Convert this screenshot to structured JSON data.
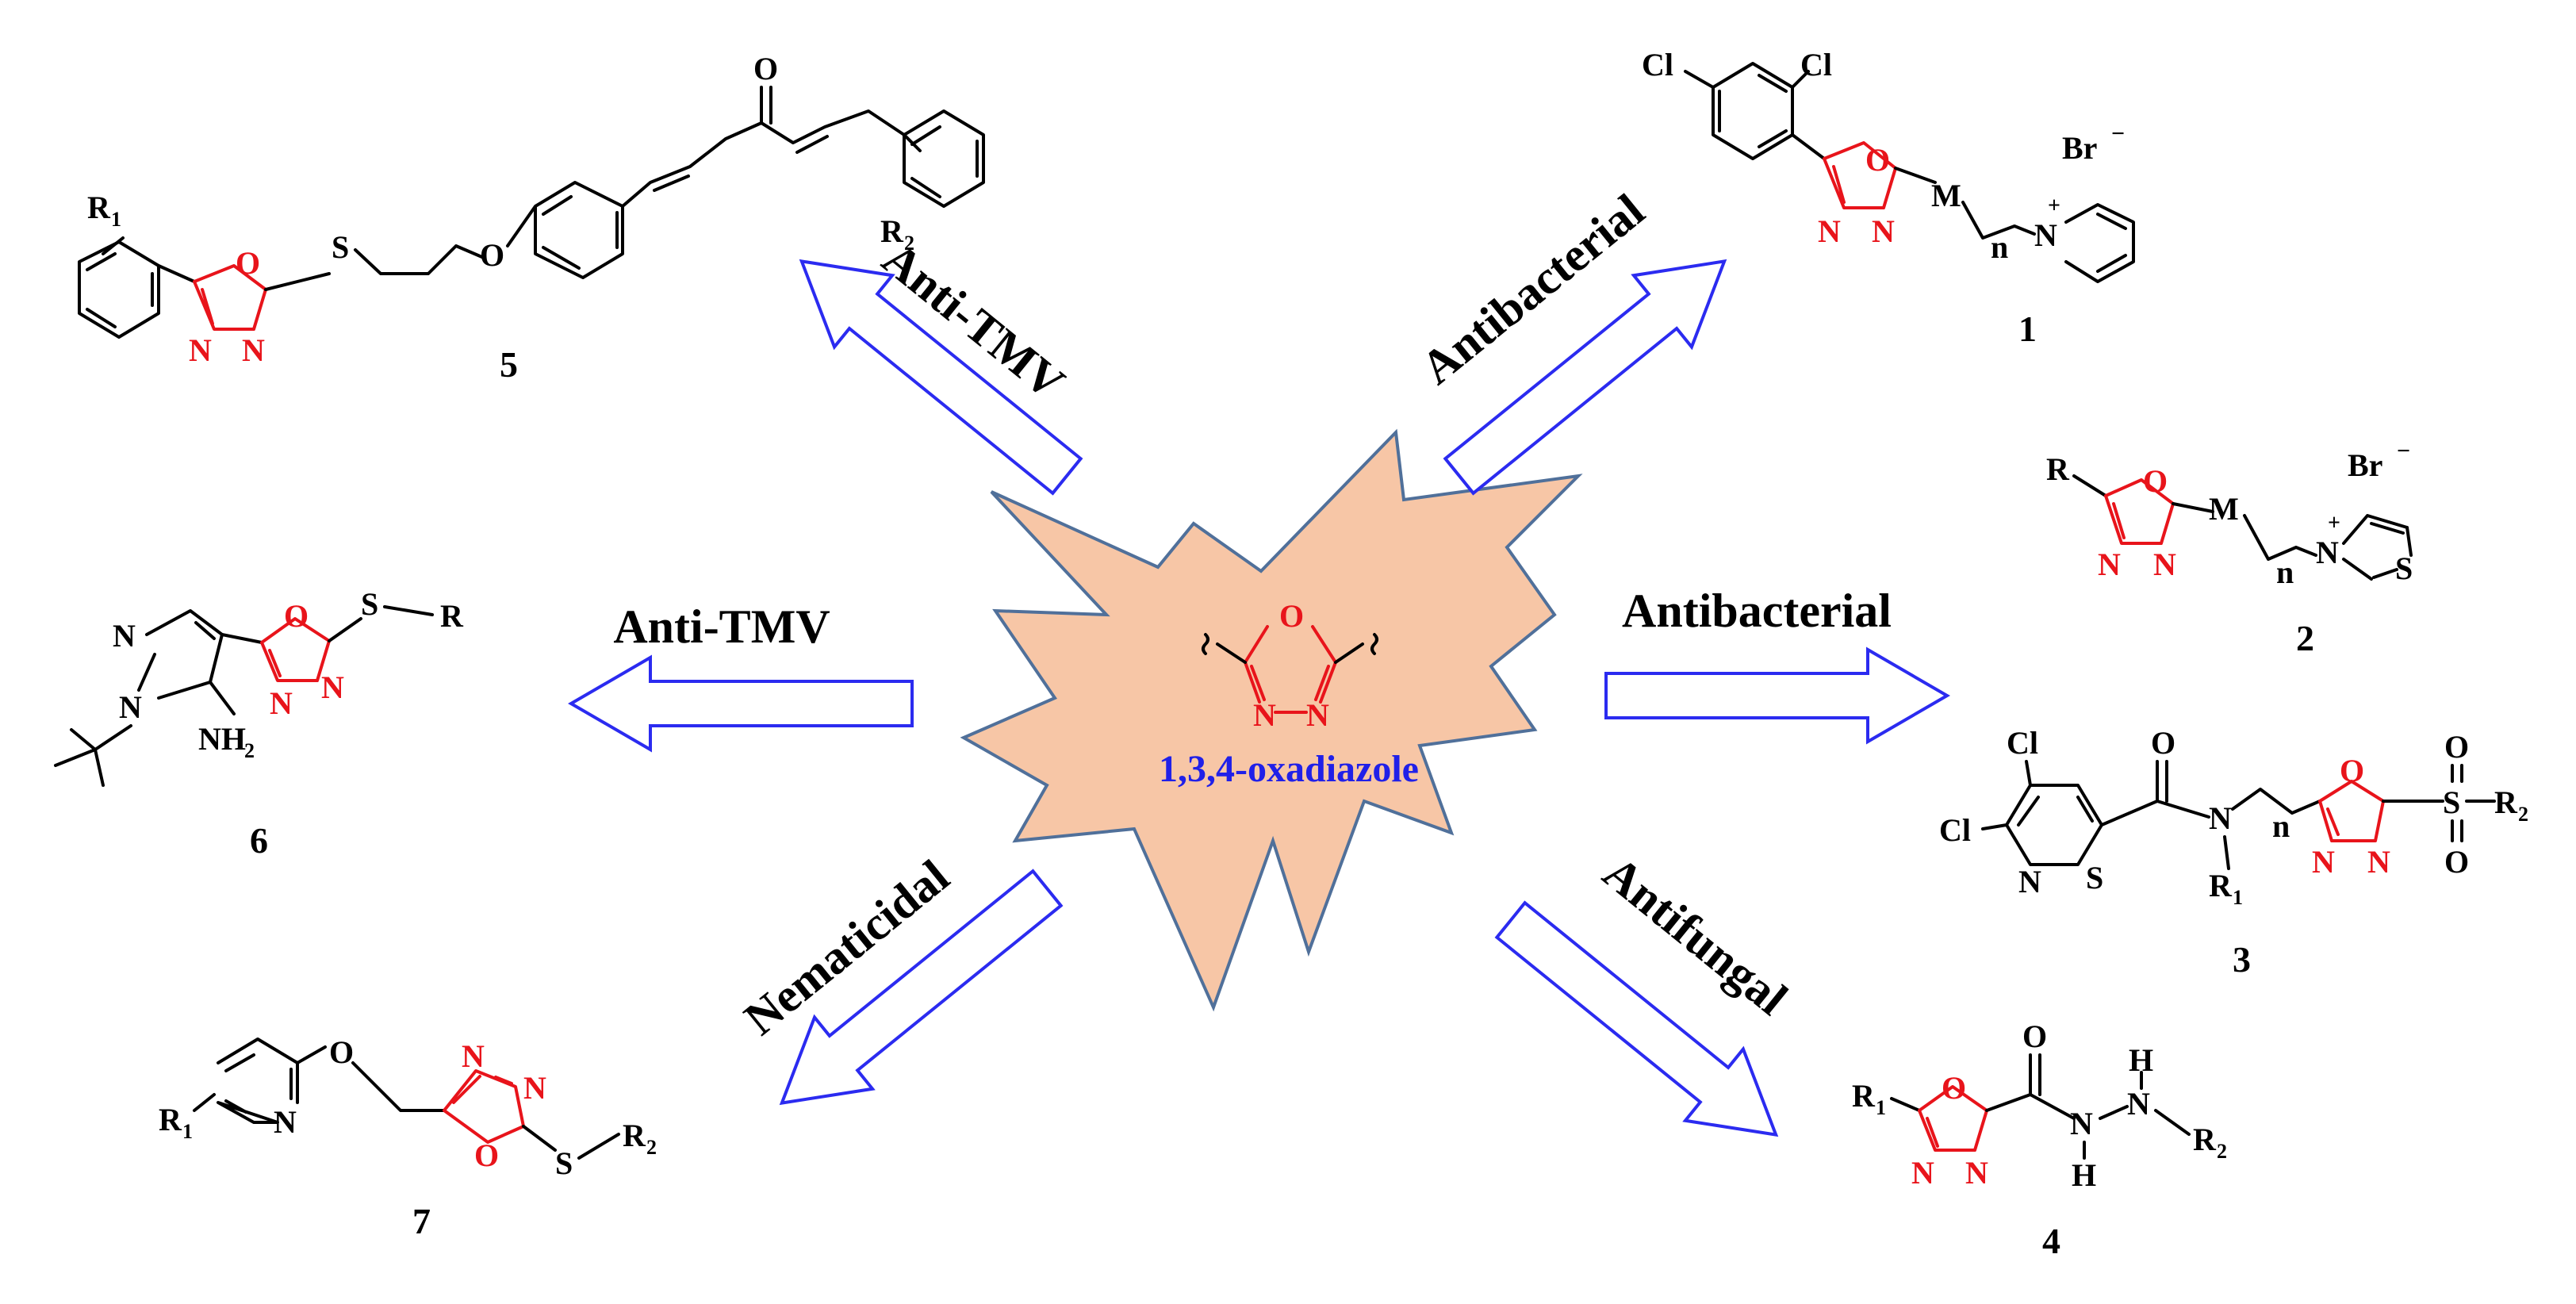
{
  "core": {
    "name": "1,3,4-oxadiazole",
    "atoms": {
      "O": "O",
      "N1": "N",
      "N2": "N"
    },
    "star_fill": "#f7c6a6",
    "star_stroke": "#50709a",
    "label_color": "#2020e8"
  },
  "colors": {
    "heterocycle": "#e8141b",
    "arrow": "#2b2bf0",
    "text": "#000000"
  },
  "activities": [
    {
      "label": "Anti-TMV",
      "target": "5"
    },
    {
      "label": "Antibacterial",
      "target": "1"
    },
    {
      "label": "Anti-TMV",
      "target": "6"
    },
    {
      "label": "Antibacterial",
      "target": "2,3"
    },
    {
      "label": "Nematicidal",
      "target": "7"
    },
    {
      "label": "Antifungal",
      "target": "4"
    }
  ],
  "compounds": {
    "c1": {
      "number": "1",
      "Cl_a": "Cl",
      "Cl_b": "Cl",
      "O": "O",
      "N1": "N",
      "N2": "N",
      "M": "M",
      "n": "n",
      "Nplus": "N",
      "plus": "+",
      "anion": "Br",
      "minus": "−"
    },
    "c2": {
      "number": "2",
      "R": "R",
      "O": "O",
      "N1": "N",
      "N2": "N",
      "M": "M",
      "n": "n",
      "Nplus": "N",
      "plus": "+",
      "S": "S",
      "anion": "Br",
      "minus": "−"
    },
    "c3": {
      "number": "3",
      "Cl_a": "Cl",
      "Cl_b": "Cl",
      "N_iso": "N",
      "S_iso": "S",
      "O_carbonyl": "O",
      "N_amide": "N",
      "R1": "R",
      "R1_sub": "1",
      "n": "n",
      "O_ring": "O",
      "N1": "N",
      "N2": "N",
      "S": "S",
      "O_top": "O",
      "O_bot": "O",
      "R2": "R",
      "R2_sub": "2"
    },
    "c4": {
      "number": "4",
      "R1": "R",
      "R1_sub": "1",
      "O_ring": "O",
      "N1": "N",
      "N2": "N",
      "O_carbonyl": "O",
      "N_a": "N",
      "H_a": "H",
      "N_b": "N",
      "H_b": "H",
      "R2": "R",
      "R2_sub": "2"
    },
    "c5": {
      "number": "5",
      "R1": "R",
      "R1_sub": "1",
      "O_ring": "O",
      "N1": "N",
      "N2": "N",
      "S": "S",
      "O_ether": "O",
      "O_ketone": "O",
      "R2": "R",
      "R2_sub": "2"
    },
    "c6": {
      "number": "6",
      "N_a": "N",
      "N_b": "N",
      "NH2": "NH",
      "NH2_sub": "2",
      "O_ring": "O",
      "N1": "N",
      "N2": "N",
      "S": "S",
      "R": "R"
    },
    "c7": {
      "number": "7",
      "R1": "R",
      "R1_sub": "1",
      "N_pyr": "N",
      "O_ether": "O",
      "N1": "N",
      "N2": "N",
      "O_ring": "O",
      "S": "S",
      "R2": "R",
      "R2_sub": "2"
    }
  }
}
